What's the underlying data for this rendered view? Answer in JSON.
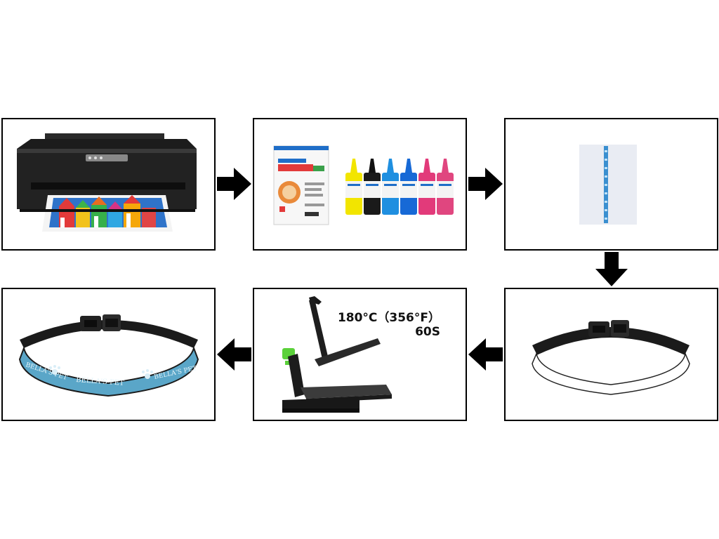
{
  "steps": [
    {
      "id": 1,
      "subject": "printer-icon"
    },
    {
      "id": 2,
      "subject": "transfer-paper-and-inks-icon"
    },
    {
      "id": 3,
      "subject": "printed-transfer-sheet-icon"
    },
    {
      "id": 4,
      "subject": "blank-collar-icon"
    },
    {
      "id": 5,
      "subject": "heat-press-icon"
    },
    {
      "id": 6,
      "subject": "printed-collar-icon"
    }
  ],
  "heat_press": {
    "temperature_label": "180°C（356°F）",
    "time_label": "60S"
  },
  "collar_print": {
    "text_1": "BELLA'S PET",
    "text_2": "BELLA'S PET",
    "text_3": "BELLA'S PET"
  },
  "colors": {
    "border": "#000000",
    "arrow": "#000000",
    "collar_blue": "#5aa6c8",
    "press_accent": "#5bd13a",
    "ink_yellow": "#f2e500",
    "ink_black": "#111111",
    "ink_cyan": "#1f8fe0",
    "ink_blue": "#1769d6",
    "ink_magenta": "#e23a7a",
    "ink_pink": "#e0467f"
  }
}
